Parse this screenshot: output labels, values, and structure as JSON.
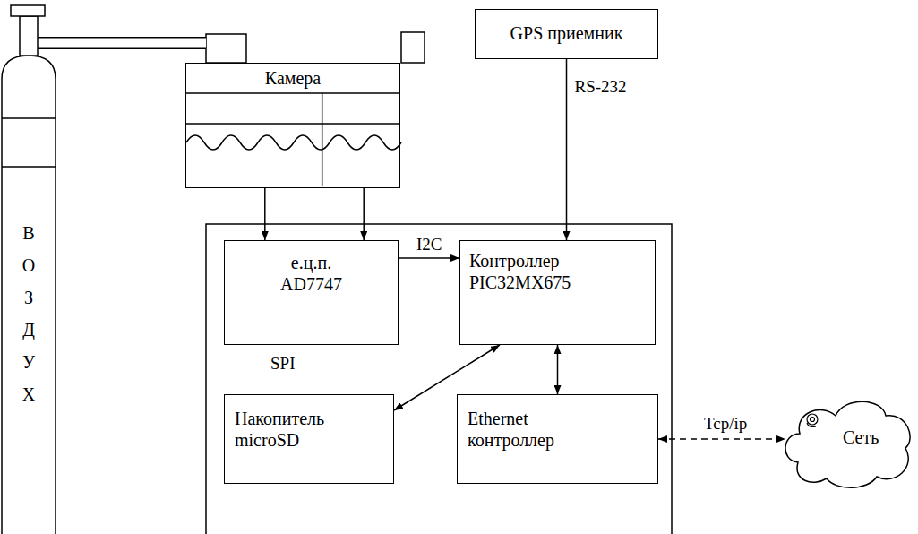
{
  "diagram": {
    "nodes": [
      {
        "text": [
          "ВОЗДУХ"
        ]
      },
      {
        "text": [
          "Камера"
        ]
      },
      {
        "text": [
          "GPS приемник"
        ]
      },
      {
        "text": [
          "е.ц.п. AD7747"
        ]
      },
      {
        "text": [
          "Контроллер PIC32MX675"
        ]
      },
      {
        "text": [
          "Накопитель microSD"
        ]
      },
      {
        "text": [
          "Ethernet контроллер"
        ]
      },
      {
        "text": [
          "Сеть"
        ]
      }
    ],
    "edges": [
      {
        "from": 0,
        "to": 1,
        "arrow": "none"
      },
      {
        "from": 1,
        "to": 3,
        "arrow": "to"
      },
      {
        "from": 1,
        "to": 3,
        "arrow": "to"
      },
      {
        "from": 2,
        "to": 4,
        "label": "RS-232",
        "arrow": "to"
      },
      {
        "from": 3,
        "to": 4,
        "label": "I2C",
        "arrow": "to"
      },
      {
        "from": 4,
        "to": 5,
        "label": "SPI",
        "arrow": "both"
      },
      {
        "from": 4,
        "to": 6,
        "arrow": "both"
      },
      {
        "from": 6,
        "to": 7,
        "label": "Tcp/ip",
        "arrow": "both"
      }
    ]
  }
}
